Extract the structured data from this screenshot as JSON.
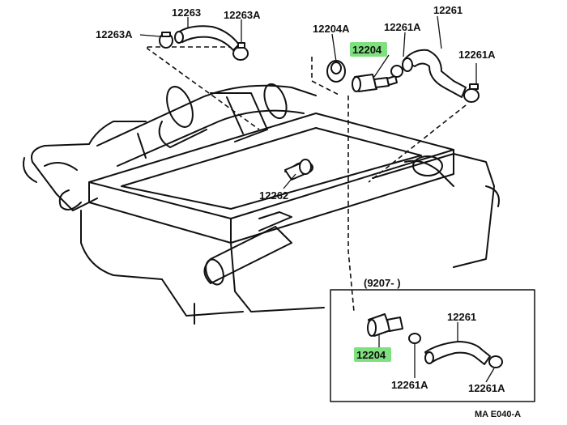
{
  "labels": {
    "top_hose_a": "12263",
    "top_hose_a_clamp_right": "12263A",
    "top_hose_a_clamp_left": "12263A",
    "valve_grommet": "12204A",
    "pcv_valve_top": "12204",
    "top_clamp_mid": "12261A",
    "top_hose_b": "12261",
    "top_clamp_right": "12261A",
    "breather_pipe": "12262",
    "inset_date": "(9207-       )",
    "inset_hose": "12261",
    "inset_pcv_valve": "12204",
    "inset_clamp_left": "12261A",
    "inset_clamp_right": "12261A",
    "figure_code": "MA E040-A"
  },
  "highlight": {
    "color": "#7fe07f",
    "highlighted_part": "12204"
  }
}
